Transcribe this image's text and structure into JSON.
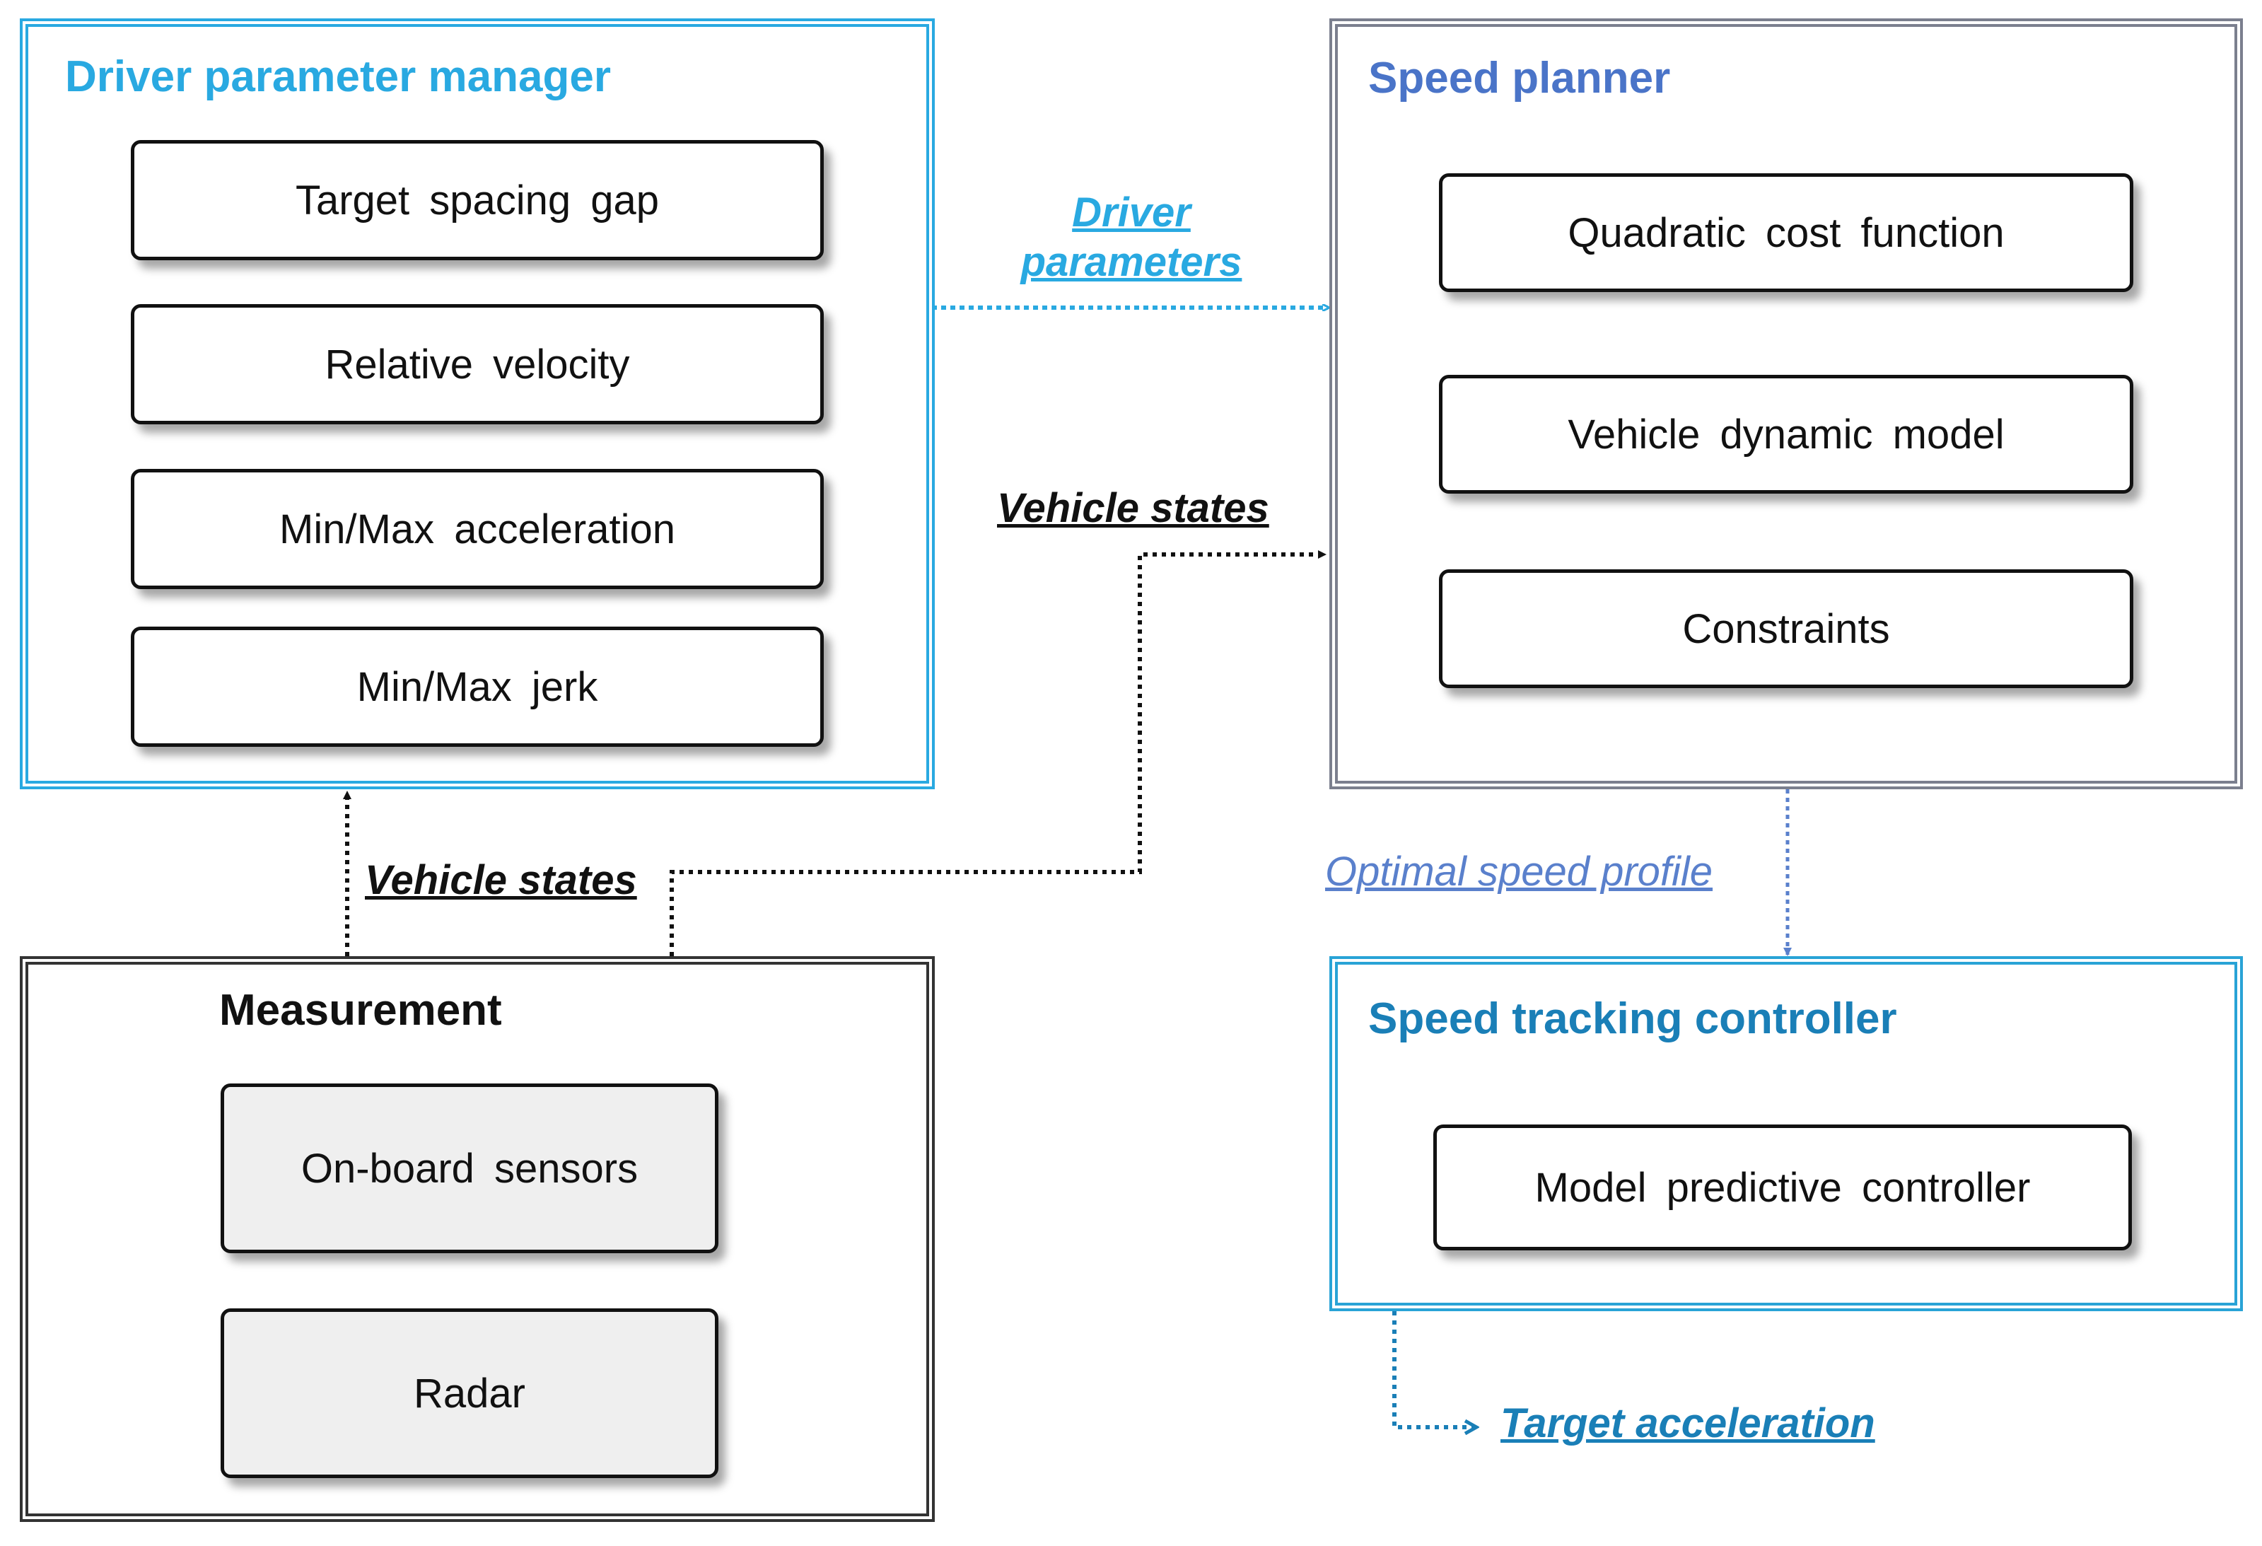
{
  "colors": {
    "driver_panel": "#29a9e1",
    "planner_panel": "#7b7f8e",
    "planner_title": "#4a74c8",
    "tracking_panel": "#29a3d6",
    "tracking_title": "#1a7fb7",
    "measurement_panel": "#333333",
    "driver_params_link": "#29a9e1",
    "vehicle_states_link": "#111111",
    "optimal_speed_link": "#5a80cc",
    "target_accel_link": "#1a7fb7"
  },
  "driver_parameter_manager": {
    "title": "Driver parameter manager",
    "items": [
      "Target spacing gap",
      "Relative velocity",
      "Min/Max acceleration",
      "Min/Max jerk"
    ]
  },
  "speed_planner": {
    "title": "Speed planner",
    "items": [
      "Quadratic cost function",
      "Vehicle dynamic model",
      "Constraints"
    ]
  },
  "measurement": {
    "title": "Measurement",
    "items": [
      "On-board sensors",
      "Radar"
    ]
  },
  "speed_tracking_controller": {
    "title": "Speed tracking controller",
    "items": [
      "Model predictive controller"
    ]
  },
  "connections": {
    "driver_parameters_line1": "Driver",
    "driver_parameters_line2": "parameters",
    "vehicle_states_upper": "Vehicle states",
    "vehicle_states_lower": "Vehicle states",
    "optimal_speed_profile": "Optimal speed profile",
    "target_acceleration": "Target acceleration"
  }
}
